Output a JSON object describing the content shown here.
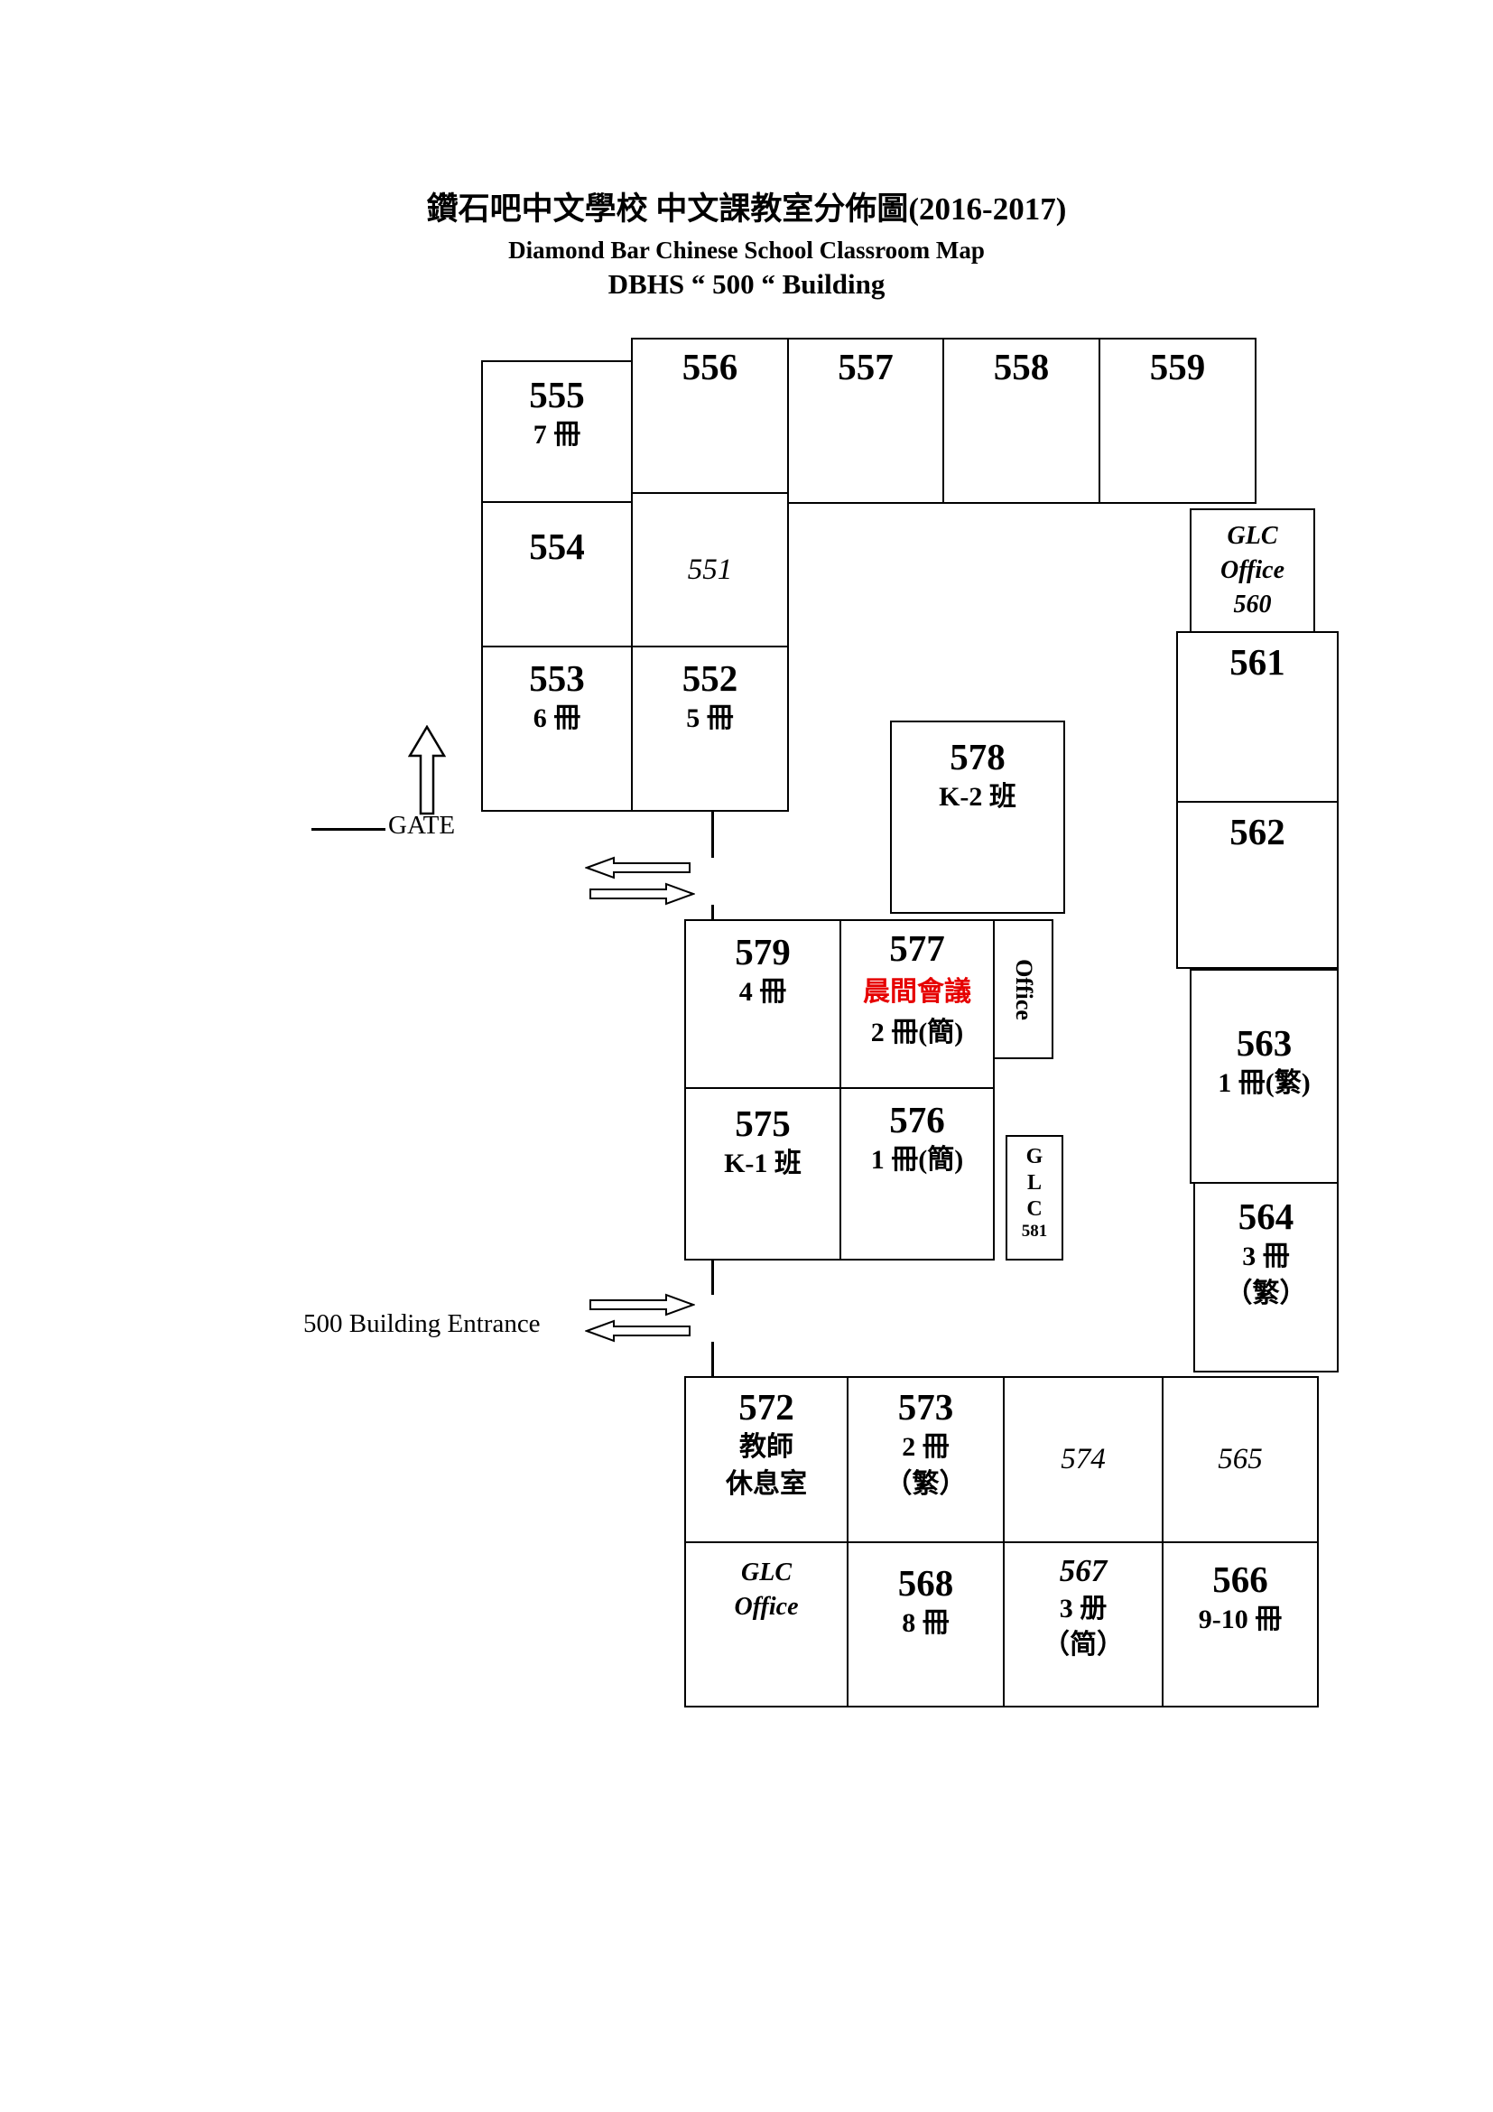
{
  "header": {
    "title_zh": "鑽石吧中文學校 中文課教室分佈圖(2016-2017)",
    "title_en": "Diamond Bar Chinese School Classroom Map",
    "title_building": "DBHS “ 500 “ Building"
  },
  "annotations": {
    "gate_label": "GATE",
    "entrance_label": "500 Building Entrance"
  },
  "colors": {
    "line": "#000000",
    "highlight_red": "#e60000"
  },
  "icons": {
    "gate_up_arrow": "up-arrow-outline",
    "door_swing_arrows": "left-right-arrow-outline",
    "entrance_arrows": "right-left-arrow-outline"
  },
  "rooms": {
    "r555": {
      "num": "555",
      "sub": "7 冊"
    },
    "r556": {
      "num": "556"
    },
    "r557": {
      "num": "557"
    },
    "r558": {
      "num": "558"
    },
    "r559": {
      "num": "559"
    },
    "r554": {
      "num": "554"
    },
    "r551": {
      "num": "551"
    },
    "r560": {
      "l1": "GLC",
      "l2": "Office",
      "l3": "560"
    },
    "r553": {
      "num": "553",
      "sub": "6 冊"
    },
    "r552": {
      "num": "552",
      "sub": "5 冊"
    },
    "r561": {
      "num": "561"
    },
    "r562": {
      "num": "562"
    },
    "r578": {
      "num": "578",
      "sub": "K-2 班"
    },
    "r579": {
      "num": "579",
      "sub": "4 冊"
    },
    "r577": {
      "num": "577",
      "meeting": "晨間會議",
      "sub": "2 冊(簡)"
    },
    "office": {
      "label": "Office"
    },
    "r575": {
      "num": "575",
      "sub": "K-1 班"
    },
    "r576": {
      "num": "576",
      "sub": "1 冊(簡)"
    },
    "glc581": {
      "l1": "G",
      "l2": "L",
      "l3": "C",
      "l4": "581"
    },
    "r563": {
      "num": "563",
      "sub": "1 冊(繁)"
    },
    "r564": {
      "num": "564",
      "sub1": "3 冊",
      "sub2": "（繁）"
    },
    "r572": {
      "num": "572",
      "sub1": "教師",
      "sub2": "休息室"
    },
    "r573": {
      "num": "573",
      "sub1": "2 冊",
      "sub2": "（繁）"
    },
    "r574": {
      "num": "574"
    },
    "r565": {
      "num": "565"
    },
    "glc_office_sw": {
      "l1": "GLC",
      "l2": "Office"
    },
    "r568": {
      "num": "568",
      "sub": "8 冊"
    },
    "r567": {
      "num": "567",
      "sub1": "3 册",
      "sub2": "（简）"
    },
    "r566": {
      "num": "566",
      "sub": "9-10 冊"
    }
  }
}
